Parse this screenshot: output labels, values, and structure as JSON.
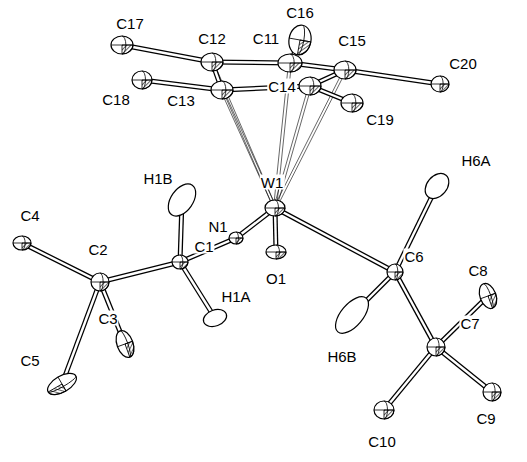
{
  "diagram": {
    "labels": [
      "C17",
      "C16",
      "C12",
      "C11",
      "C15",
      "C20",
      "C18",
      "C13",
      "C14",
      "C19",
      "W1",
      "H6A",
      "H1B",
      "N1",
      "C4",
      "C2",
      "C1",
      "O1",
      "C6",
      "C8",
      "H1A",
      "H6B",
      "C7",
      "C3",
      "C9",
      "C5",
      "C10"
    ]
  }
}
